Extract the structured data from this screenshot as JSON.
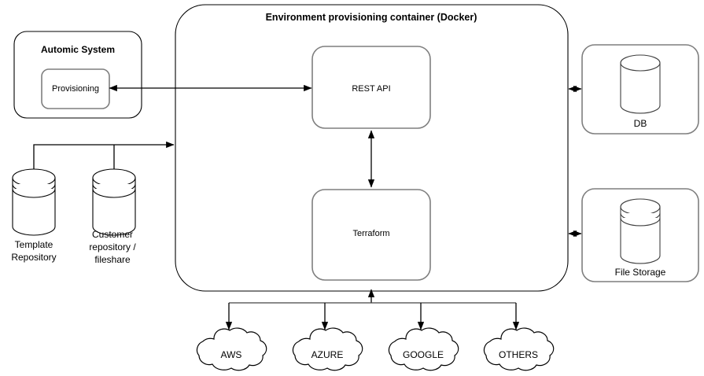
{
  "diagram": {
    "title": "Environment provisioning container (Docker)",
    "automic": {
      "title": "Automic System",
      "provisioning_label": "Provisioning"
    },
    "container": {
      "rest_api_label": "REST API",
      "terraform_label": "Terraform"
    },
    "repositories": [
      {
        "label_line1": "Template",
        "label_line2": "Repository",
        "label_line3": ""
      },
      {
        "label_line1": "Customer",
        "label_line2": "repository /",
        "label_line3": "fileshare"
      }
    ],
    "storages": [
      {
        "label": "DB"
      },
      {
        "label": "File Storage"
      }
    ],
    "clouds": [
      {
        "label": "AWS"
      },
      {
        "label": "AZURE"
      },
      {
        "label": "GOOGLE"
      },
      {
        "label": "OTHERS"
      }
    ],
    "colors": {
      "stroke_black": "#000000",
      "stroke_gray": "#7f7f7f",
      "background": "#ffffff"
    }
  }
}
